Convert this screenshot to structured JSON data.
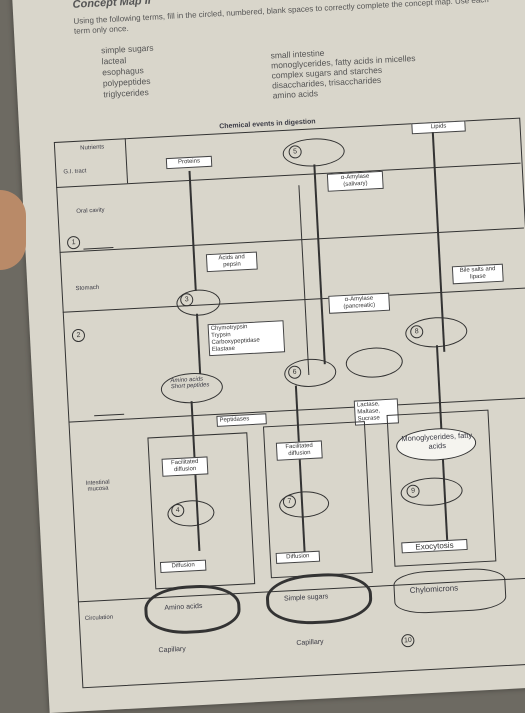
{
  "header": {
    "title": "Concept Map II",
    "instructions": "Using the following terms, fill in the circled, numbered, blank spaces to correctly complete the concept map. Use each term only once."
  },
  "terms_left": [
    "simple sugars",
    "lacteal",
    "esophagus",
    "polypeptides",
    "triglycerides"
  ],
  "terms_right": [
    "small intestine",
    "monoglycerides, fatty acids in micelles",
    "complex sugars and starches",
    "disaccharides, trisaccharides",
    "amino acids"
  ],
  "map": {
    "title": "Chemical events in digestion",
    "corner_nutrients": "Nutrients",
    "corner_gi": "G.I. tract",
    "col_proteins": "Proteins",
    "col_lipids": "Lipids",
    "row_oral": "Oral cavity",
    "row_stomach": "Stomach",
    "row_intestinal": "Intestinal mucosa",
    "row_circulation": "Circulation",
    "amylase_salivary": "α-Amylase (salivary)",
    "acids_pepsin": "Acids and pepsin",
    "amylase_pancreatic": "α-Amylase (pancreatic)",
    "bile": "Bile salts and lipase",
    "enzymes": [
      "Chymotrypsin",
      "Trypsin",
      "Carboxypeptidase",
      "Elastase"
    ],
    "amino_short": "Amino acids Short peptides",
    "peptidases": "Peptidases",
    "brush_border": [
      "Lactase,",
      "Maltase,",
      "Sucrase"
    ],
    "facilitated_1": "Facilitated diffusion",
    "facilitated_2": "Facilitated diffusion",
    "mono_fatty": "Monoglycerides, fatty acids",
    "diffusion_1": "Diffusion",
    "diffusion_2": "Diffusion",
    "exocytosis": "Exocytosis",
    "amino_acids": "Amino acids",
    "simple_sugars": "Simple sugars",
    "chylomicrons": "Chylomicrons",
    "capillary_1": "Capillary",
    "capillary_2": "Capillary",
    "numbers": [
      "1",
      "2",
      "3",
      "4",
      "5",
      "6",
      "7",
      "8",
      "9",
      "10"
    ]
  }
}
